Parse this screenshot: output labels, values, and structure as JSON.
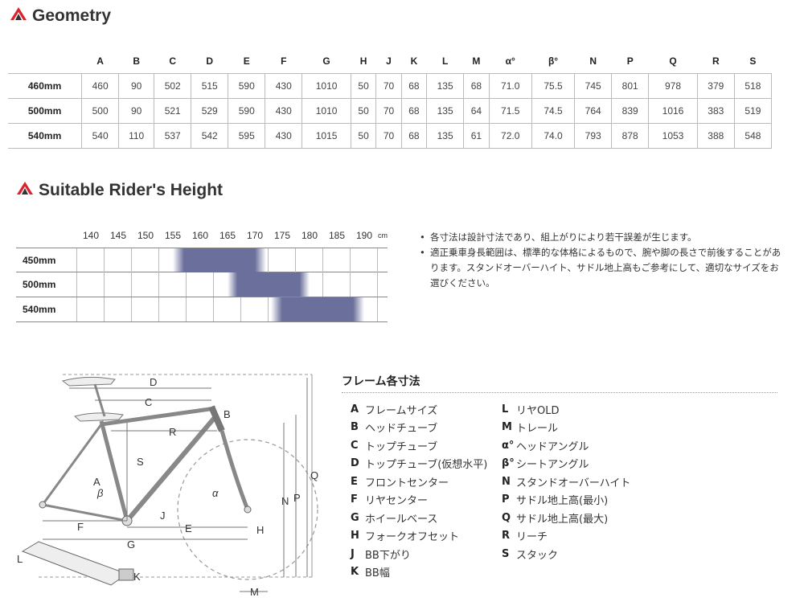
{
  "geometry": {
    "title": "Geometry",
    "columns": [
      "A",
      "B",
      "C",
      "D",
      "E",
      "F",
      "G",
      "H",
      "J",
      "K",
      "L",
      "M",
      "α°",
      "β°",
      "N",
      "P",
      "Q",
      "R",
      "S"
    ],
    "rows": [
      {
        "label": "460mm",
        "values": [
          "460",
          "90",
          "502",
          "515",
          "590",
          "430",
          "1010",
          "50",
          "70",
          "68",
          "135",
          "68",
          "71.0",
          "75.5",
          "745",
          "801",
          "978",
          "379",
          "518"
        ]
      },
      {
        "label": "500mm",
        "values": [
          "500",
          "90",
          "521",
          "529",
          "590",
          "430",
          "1010",
          "50",
          "70",
          "68",
          "135",
          "64",
          "71.5",
          "74.5",
          "764",
          "839",
          "1016",
          "383",
          "519"
        ]
      },
      {
        "label": "540mm",
        "values": [
          "540",
          "110",
          "537",
          "542",
          "595",
          "430",
          "1015",
          "50",
          "70",
          "68",
          "135",
          "61",
          "72.0",
          "74.0",
          "793",
          "878",
          "1053",
          "388",
          "548"
        ]
      }
    ]
  },
  "rider_height": {
    "title": "Suitable Rider's Height",
    "ticks": [
      "140",
      "145",
      "150",
      "155",
      "160",
      "165",
      "170",
      "175",
      "180",
      "185",
      "190"
    ],
    "unit": "cm",
    "rows": [
      {
        "label": "450mm",
        "range": [
          155,
          172
        ]
      },
      {
        "label": "500mm",
        "range": [
          165,
          180
        ]
      },
      {
        "label": "540mm",
        "range": [
          173,
          190
        ]
      }
    ],
    "bar_color": "#6a6f9b"
  },
  "notes": [
    "各寸法は設計寸法であり、組上がりにより若干誤差が生じます。",
    "適正乗車身長範囲は、標準的な体格によるもので、腕や脚の長さで前後することがあります。スタンドオーバーハイト、サドル地上高もご参考にして、適切なサイズをお選びください。"
  ],
  "legend": {
    "title": "フレーム各寸法",
    "left": [
      {
        "key": "A",
        "label": "フレームサイズ"
      },
      {
        "key": "B",
        "label": "ヘッドチューブ"
      },
      {
        "key": "C",
        "label": "トップチューブ"
      },
      {
        "key": "D",
        "label": "トップチューブ(仮想水平)"
      },
      {
        "key": "E",
        "label": "フロントセンター"
      },
      {
        "key": "F",
        "label": "リヤセンター"
      },
      {
        "key": "G",
        "label": "ホイールベース"
      },
      {
        "key": "H",
        "label": "フォークオフセット"
      },
      {
        "key": "J",
        "label": "BB下がり"
      },
      {
        "key": "K",
        "label": "BB幅"
      }
    ],
    "right": [
      {
        "key": "L",
        "label": "リヤOLD"
      },
      {
        "key": "M",
        "label": "トレール"
      },
      {
        "key": "α°",
        "label": "ヘッドアングル"
      },
      {
        "key": "β°",
        "label": "シートアングル"
      },
      {
        "key": "N",
        "label": "スタンドオーバーハイト"
      },
      {
        "key": "P",
        "label": "サドル地上高(最小)"
      },
      {
        "key": "Q",
        "label": "サドル地上高(最大)"
      },
      {
        "key": "R",
        "label": "リーチ"
      },
      {
        "key": "S",
        "label": "スタック"
      }
    ]
  },
  "diagram_labels": [
    "D",
    "C",
    "B",
    "R",
    "S",
    "A",
    "β",
    "α",
    "Q",
    "P",
    "N",
    "J",
    "F",
    "G",
    "E",
    "H",
    "L",
    "K",
    "M"
  ]
}
